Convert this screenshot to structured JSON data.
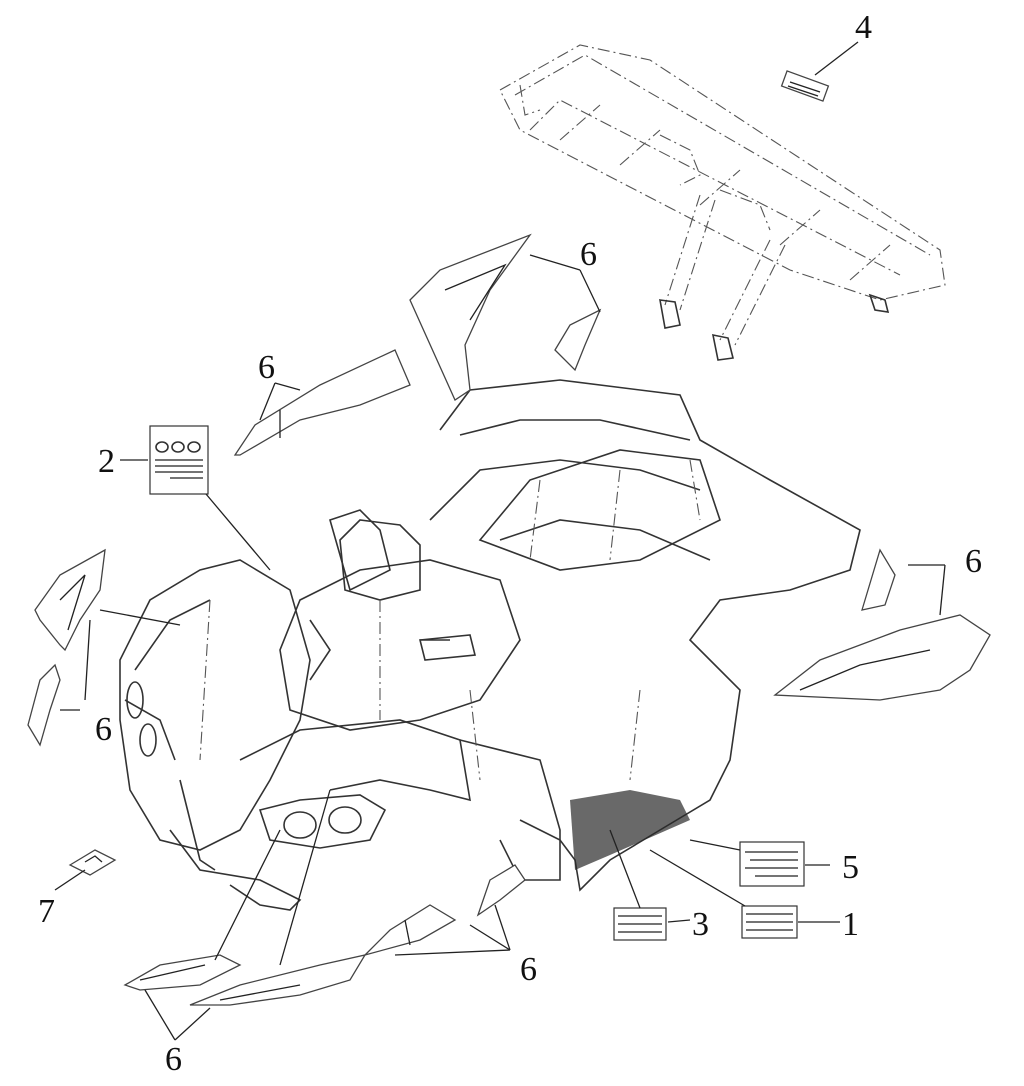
{
  "callouts": [
    {
      "id": "c4",
      "label": "4"
    },
    {
      "id": "c6a",
      "label": "6"
    },
    {
      "id": "c6b",
      "label": "6"
    },
    {
      "id": "c2",
      "label": "2"
    },
    {
      "id": "c6c",
      "label": "6"
    },
    {
      "id": "c6d",
      "label": "6"
    },
    {
      "id": "c5",
      "label": "5"
    },
    {
      "id": "c7",
      "label": "7"
    },
    {
      "id": "c3",
      "label": "3"
    },
    {
      "id": "c1",
      "label": "1"
    },
    {
      "id": "c6e",
      "label": "6"
    },
    {
      "id": "c6f",
      "label": "6"
    }
  ]
}
